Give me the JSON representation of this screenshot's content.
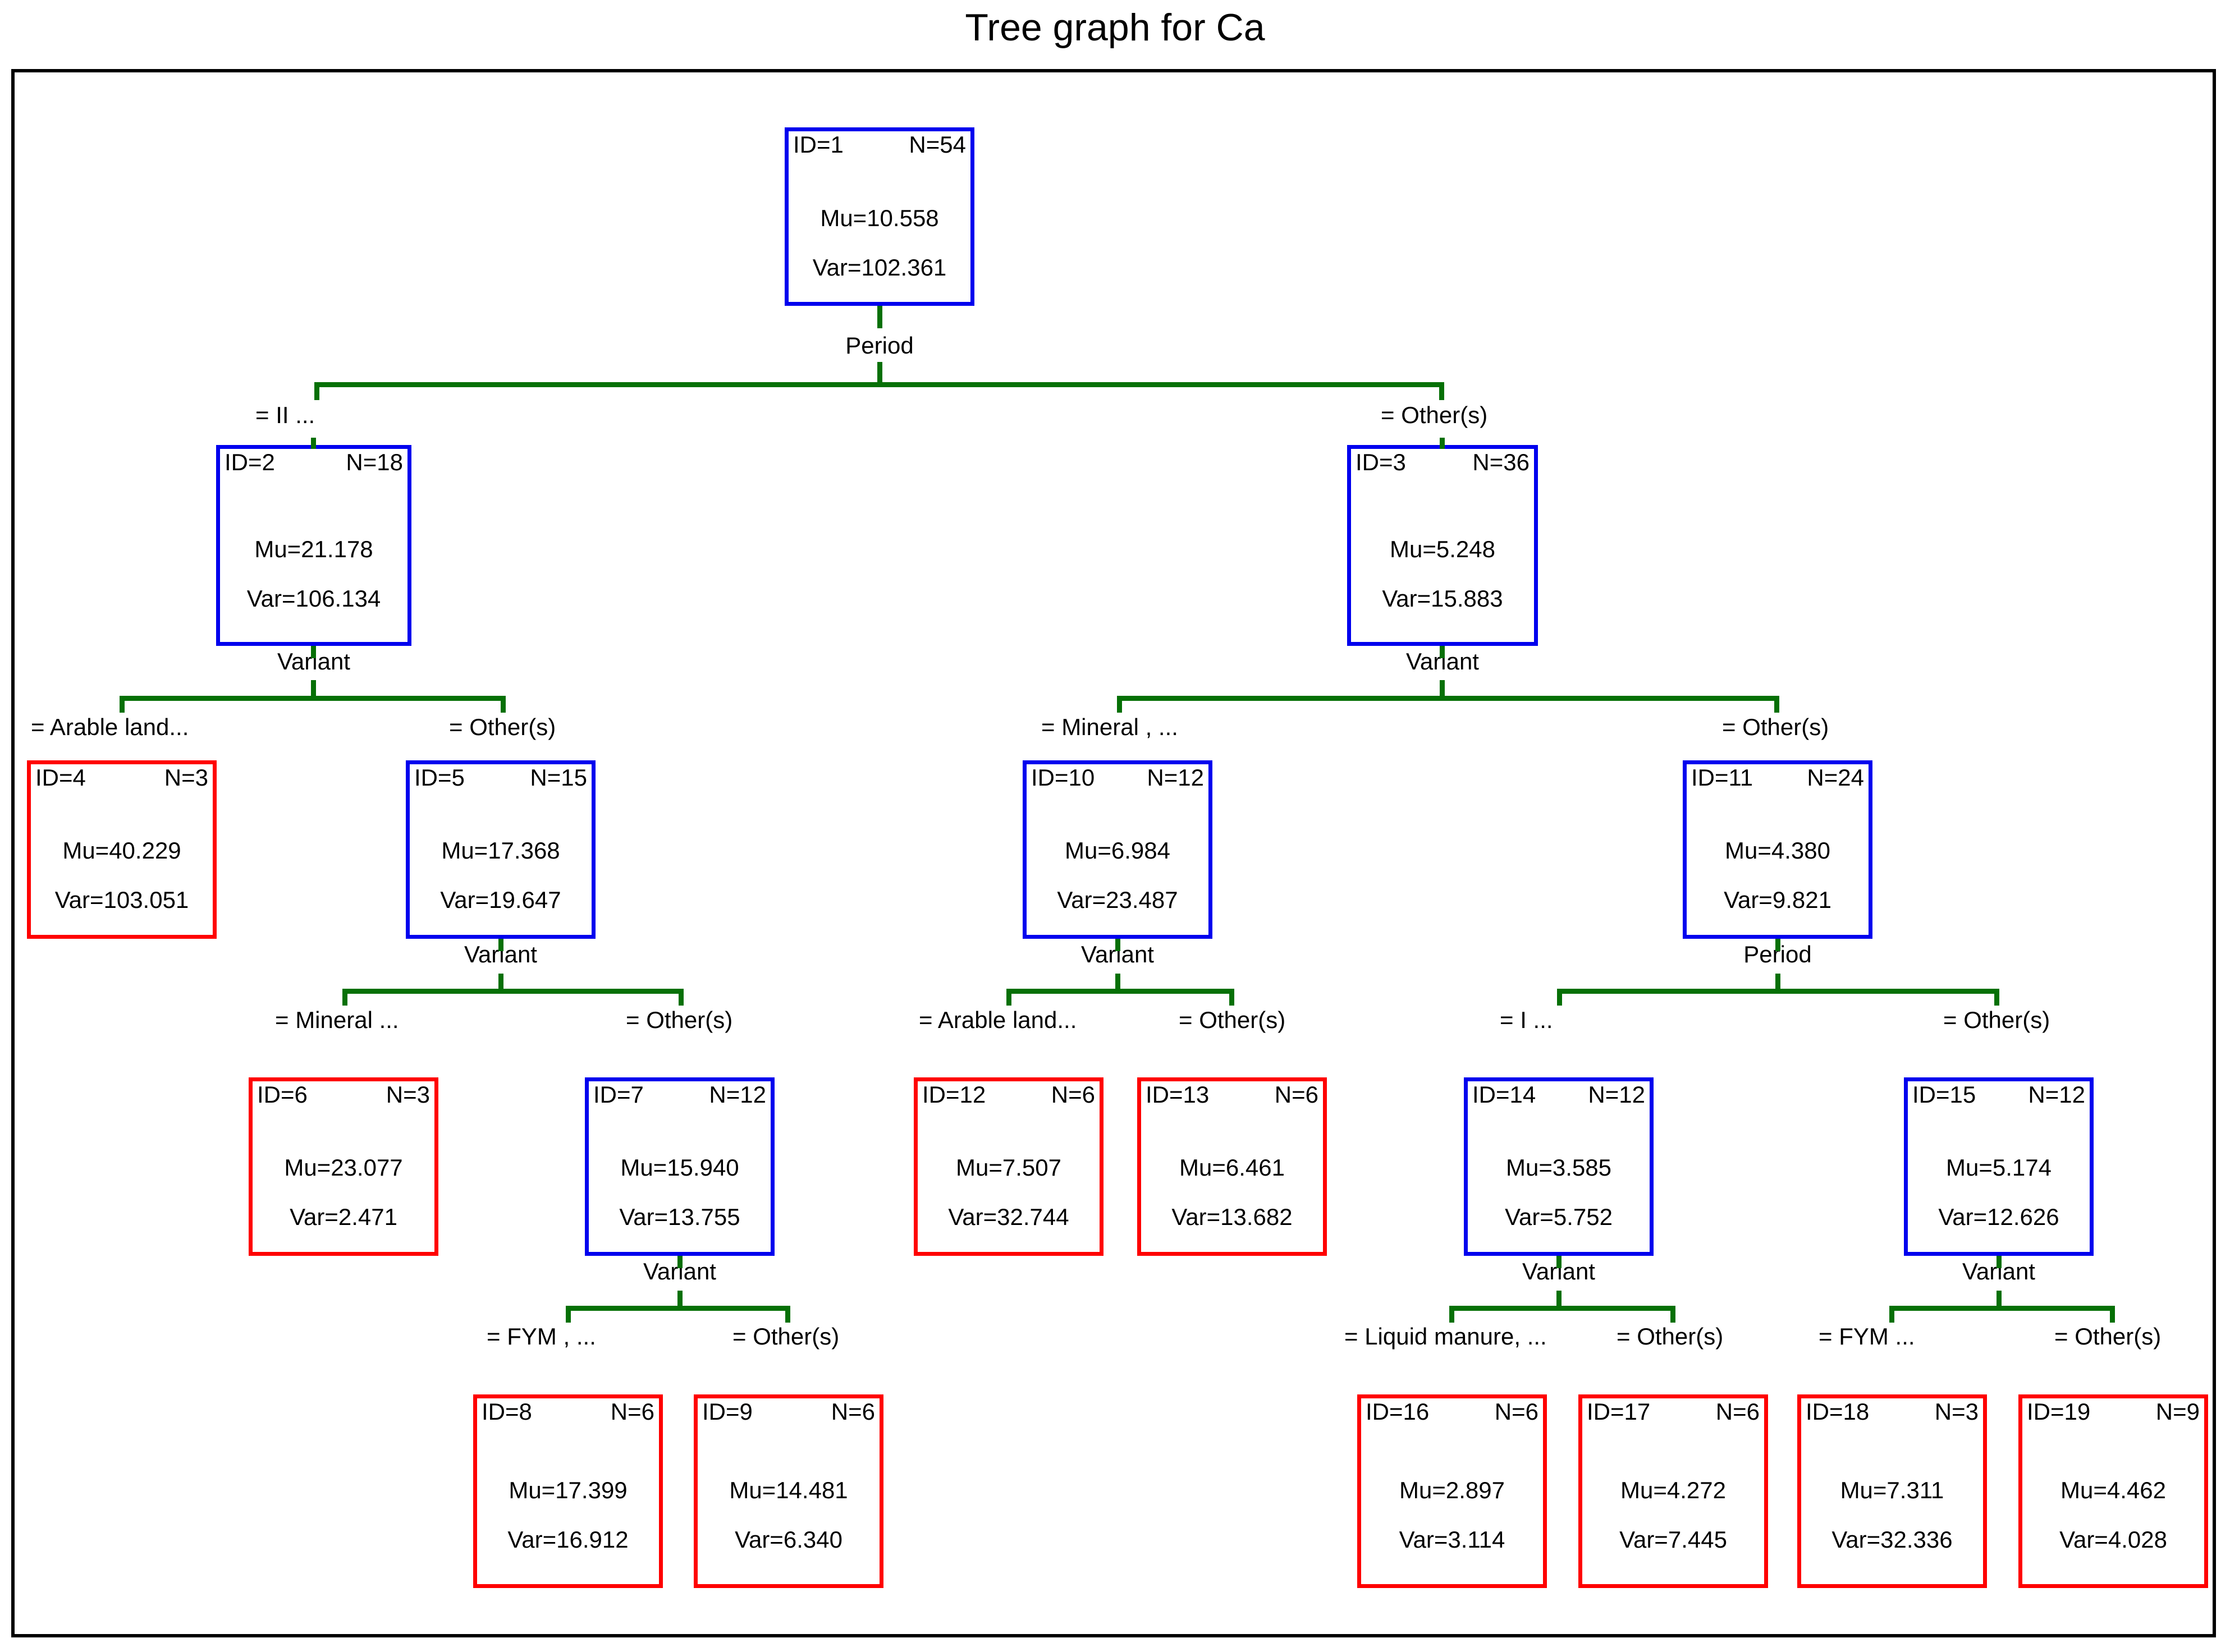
{
  "title": "Tree graph for Ca",
  "colors": {
    "split_node_border": "#0000ee",
    "terminal_node_border": "#ff0000",
    "connector": "#067006",
    "frame": "#000000",
    "text": "#000000"
  },
  "labels": {
    "id_prefix": "ID=",
    "n_prefix": "N=",
    "mu_prefix": "Mu=",
    "var_prefix": "Var="
  },
  "chart_data": {
    "type": "tree",
    "title": "Tree graph for Ca",
    "target": "Ca",
    "total_n": 54,
    "split_variables": [
      "Period",
      "Variant"
    ],
    "nodes": [
      {
        "id": "ID=1",
        "n": "N=54",
        "mu": "Mu=10.558",
        "var": "Var=102.361",
        "terminal": false,
        "split": "Period",
        "level": 0
      },
      {
        "id": "ID=2",
        "n": "N=18",
        "mu": "Mu=21.178",
        "var": "Var=106.134",
        "terminal": false,
        "split": "Variant",
        "level": 1,
        "edge": "= II        ..."
      },
      {
        "id": "ID=3",
        "n": "N=36",
        "mu": "Mu=5.248",
        "var": "Var=15.883",
        "terminal": false,
        "split": "Variant",
        "level": 1,
        "edge": "= Other(s)"
      },
      {
        "id": "ID=4",
        "n": "N=3",
        "mu": "Mu=40.229",
        "var": "Var=103.051",
        "terminal": true,
        "split": "",
        "level": 2,
        "edge": "= Arable land..."
      },
      {
        "id": "ID=5",
        "n": "N=15",
        "mu": "Mu=17.368",
        "var": "Var=19.647",
        "terminal": false,
        "split": "Variant",
        "level": 2,
        "edge": "= Other(s)"
      },
      {
        "id": "ID=6",
        "n": "N=3",
        "mu": "Mu=23.077",
        "var": "Var=2.471",
        "terminal": true,
        "split": "",
        "level": 3,
        "edge": "= Mineral ..."
      },
      {
        "id": "ID=7",
        "n": "N=12",
        "mu": "Mu=15.940",
        "var": "Var=13.755",
        "terminal": false,
        "split": "Variant",
        "level": 3,
        "edge": "= Other(s)"
      },
      {
        "id": "ID=8",
        "n": "N=6",
        "mu": "Mu=17.399",
        "var": "Var=16.912",
        "terminal": true,
        "split": "",
        "level": 4,
        "edge": "= FYM        , ..."
      },
      {
        "id": "ID=9",
        "n": "N=6",
        "mu": "Mu=14.481",
        "var": "Var=6.340",
        "terminal": true,
        "split": "",
        "level": 4,
        "edge": "= Other(s)"
      },
      {
        "id": "ID=10",
        "n": "N=12",
        "mu": "Mu=6.984",
        "var": "Var=23.487",
        "terminal": false,
        "split": "Variant",
        "level": 2,
        "edge": "= Mineral , ..."
      },
      {
        "id": "ID=11",
        "n": "N=24",
        "mu": "Mu=4.380",
        "var": "Var=9.821",
        "terminal": false,
        "split": "Period",
        "level": 2,
        "edge": "= Other(s)"
      },
      {
        "id": "ID=12",
        "n": "N=6",
        "mu": "Mu=7.507",
        "var": "Var=32.744",
        "terminal": true,
        "split": "",
        "level": 3,
        "edge": "= Arable land..."
      },
      {
        "id": "ID=13",
        "n": "N=6",
        "mu": "Mu=6.461",
        "var": "Var=13.682",
        "terminal": true,
        "split": "",
        "level": 3,
        "edge": "= Other(s)"
      },
      {
        "id": "ID=14",
        "n": "N=12",
        "mu": "Mu=3.585",
        "var": "Var=5.752",
        "terminal": false,
        "split": "Variant",
        "level": 3,
        "edge": "= I        ..."
      },
      {
        "id": "ID=15",
        "n": "N=12",
        "mu": "Mu=5.174",
        "var": "Var=12.626",
        "terminal": false,
        "split": "Variant",
        "level": 3,
        "edge": "= Other(s)"
      },
      {
        "id": "ID=16",
        "n": "N=6",
        "mu": "Mu=2.897",
        "var": "Var=3.114",
        "terminal": true,
        "split": "",
        "level": 4,
        "edge": "= Liquid manure, ..."
      },
      {
        "id": "ID=17",
        "n": "N=6",
        "mu": "Mu=4.272",
        "var": "Var=7.445",
        "terminal": true,
        "split": "",
        "level": 4,
        "edge": "= Other(s)"
      },
      {
        "id": "ID=18",
        "n": "N=3",
        "mu": "Mu=7.311",
        "var": "Var=32.336",
        "terminal": true,
        "split": "",
        "level": 4,
        "edge": "= FYM      ..."
      },
      {
        "id": "ID=19",
        "n": "N=9",
        "mu": "Mu=4.462",
        "var": "Var=4.028",
        "terminal": true,
        "split": "",
        "level": 4,
        "edge": "= Other(s)"
      }
    ],
    "splits": [
      {
        "parent": "ID=1",
        "variable": "Period",
        "children": [
          "ID=2",
          "ID=3"
        ]
      },
      {
        "parent": "ID=2",
        "variable": "Variant",
        "children": [
          "ID=4",
          "ID=5"
        ]
      },
      {
        "parent": "ID=3",
        "variable": "Variant",
        "children": [
          "ID=10",
          "ID=11"
        ]
      },
      {
        "parent": "ID=5",
        "variable": "Variant",
        "children": [
          "ID=6",
          "ID=7"
        ]
      },
      {
        "parent": "ID=7",
        "variable": "Variant",
        "children": [
          "ID=8",
          "ID=9"
        ]
      },
      {
        "parent": "ID=10",
        "variable": "Variant",
        "children": [
          "ID=12",
          "ID=13"
        ]
      },
      {
        "parent": "ID=11",
        "variable": "Period",
        "children": [
          "ID=14",
          "ID=15"
        ]
      },
      {
        "parent": "ID=14",
        "variable": "Variant",
        "children": [
          "ID=16",
          "ID=17"
        ]
      },
      {
        "parent": "ID=15",
        "variable": "Variant",
        "children": [
          "ID=18",
          "ID=19"
        ]
      }
    ]
  },
  "split_var_labels": {
    "root": "Period",
    "n2": "Variant",
    "n3": "Variant",
    "n5": "Variant",
    "n7": "Variant",
    "n10": "Variant",
    "n11": "Period",
    "n14": "Variant",
    "n15": "Variant"
  }
}
